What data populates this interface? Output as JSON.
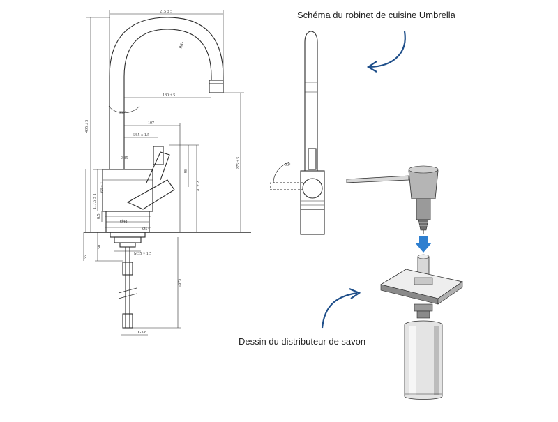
{
  "captions": {
    "faucet": "Schéma du robinet de cuisine Umbrella",
    "soap": "Dessin du distributeur de savon"
  },
  "dimensions": {
    "width_top": "215 ± 5",
    "height_total": "405 ± 5",
    "reach": "180 ± 5",
    "spout_height": "275 ± 5",
    "bend_radius": "R65",
    "rotation": "360°",
    "handle_offset": "107",
    "handle_base": "64.5 ± 1.5",
    "body_diam": "Ø35",
    "body_height": "64 ± 1",
    "lever_height": "98",
    "lever_total": "170 ± 2",
    "base_height": "117.5 ± 1",
    "base_step": "8.5",
    "base_diam": "Ø48",
    "escutcheon_diam": "Ø54",
    "thread": "M35 × 1.5",
    "below_counter": "55",
    "counter_max": "150",
    "hose_length": "≥675",
    "hose_thread": "G3/8",
    "lever_angle": "90°"
  },
  "colors": {
    "line": "#2b2b2b",
    "arrow": "#1f4f8a",
    "pump_arrow": "#2e7fd0",
    "metal": "#9a9a9a"
  }
}
